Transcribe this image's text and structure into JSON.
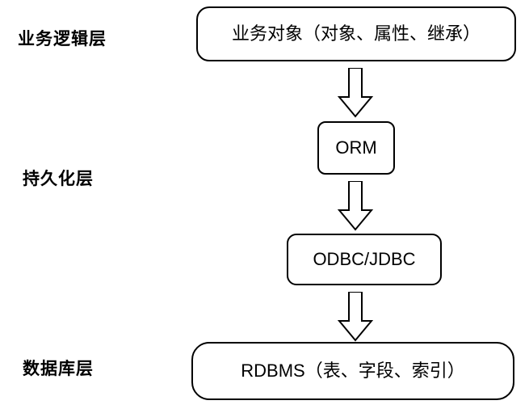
{
  "diagram": {
    "type": "layered-architecture-flow",
    "title_present": false,
    "layers": [
      {
        "label": "业务逻辑层"
      },
      {
        "label": "持久化层"
      },
      {
        "label": "数据库层"
      }
    ],
    "nodes": [
      {
        "id": "business-object",
        "text": "业务对象（对象、属性、继承）",
        "shape": "rounded-rect"
      },
      {
        "id": "orm",
        "text": "ORM",
        "shape": "rounded-rect"
      },
      {
        "id": "odbc-jdbc",
        "text": "ODBC/JDBC",
        "shape": "rounded-rect"
      },
      {
        "id": "rdbms",
        "text": "RDBMS（表、字段、索引）",
        "shape": "rounded-rect"
      }
    ],
    "connectors": [
      {
        "from": "business-object",
        "to": "orm",
        "style": "hollow-block-arrow",
        "direction": "down"
      },
      {
        "from": "orm",
        "to": "odbc-jdbc",
        "style": "hollow-block-arrow",
        "direction": "down"
      },
      {
        "from": "odbc-jdbc",
        "to": "rdbms",
        "style": "hollow-block-arrow",
        "direction": "down"
      }
    ],
    "colors": {
      "stroke": "#000000",
      "fill": "#ffffff",
      "text": "#000000"
    }
  }
}
